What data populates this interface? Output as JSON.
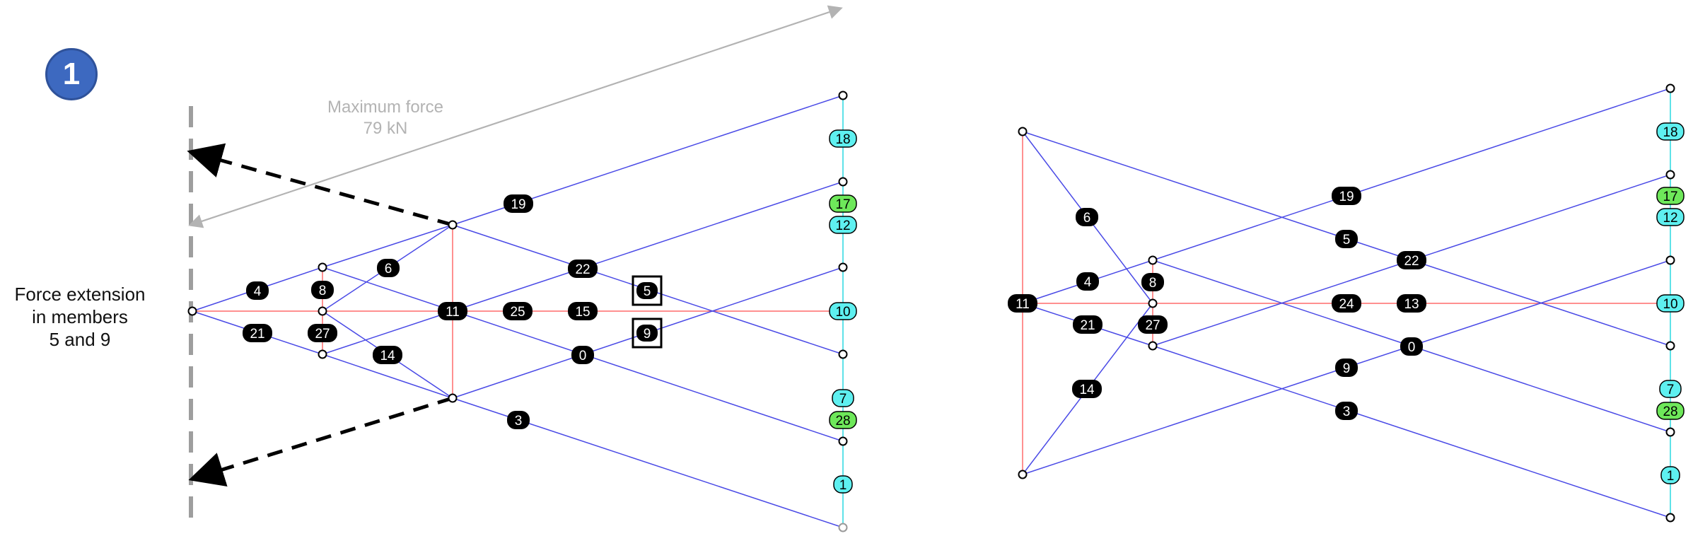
{
  "step_badge": "1",
  "side_note": {
    "line1": "Force extension",
    "line2": "in members",
    "line3": "5 and 9"
  },
  "max_force": {
    "line1": "Maximum force",
    "line2": "79 kN"
  },
  "colors": {
    "member": "#4a4ae6",
    "axis": "#ff6b6b",
    "support": "#28d8e0",
    "tag_default": "#000000",
    "tag_cyan": "#5ef0f0",
    "tag_green": "#6ee85a",
    "badge": "#3d69c0",
    "arrow_gray": "#b3b3b3",
    "wall_gray": "#9e9e9e"
  },
  "left_truss": {
    "member_labels": [
      {
        "id": "m19",
        "text": "19",
        "style": "dark"
      },
      {
        "id": "m22",
        "text": "22",
        "style": "dark"
      },
      {
        "id": "m6",
        "text": "6",
        "style": "dark"
      },
      {
        "id": "m4",
        "text": "4",
        "style": "dark"
      },
      {
        "id": "m8",
        "text": "8",
        "style": "dark"
      },
      {
        "id": "m11",
        "text": "11",
        "style": "dark"
      },
      {
        "id": "m25",
        "text": "25",
        "style": "dark"
      },
      {
        "id": "m15",
        "text": "15",
        "style": "dark"
      },
      {
        "id": "m5",
        "text": "5",
        "style": "dark",
        "boxed": true
      },
      {
        "id": "m9",
        "text": "9",
        "style": "dark",
        "boxed": true
      },
      {
        "id": "m21",
        "text": "21",
        "style": "dark"
      },
      {
        "id": "m27",
        "text": "27",
        "style": "dark"
      },
      {
        "id": "m14",
        "text": "14",
        "style": "dark"
      },
      {
        "id": "m0",
        "text": "0",
        "style": "dark"
      },
      {
        "id": "m3",
        "text": "3",
        "style": "dark"
      }
    ],
    "support_labels": [
      {
        "id": "s18",
        "text": "18",
        "style": "cyan"
      },
      {
        "id": "s17",
        "text": "17",
        "style": "green"
      },
      {
        "id": "s12",
        "text": "12",
        "style": "cyan"
      },
      {
        "id": "s10",
        "text": "10",
        "style": "cyan"
      },
      {
        "id": "s7",
        "text": "7",
        "style": "cyan"
      },
      {
        "id": "s28",
        "text": "28",
        "style": "green"
      },
      {
        "id": "s1",
        "text": "1",
        "style": "cyan"
      }
    ]
  },
  "right_truss": {
    "member_labels": [
      {
        "id": "r6",
        "text": "6",
        "style": "dark"
      },
      {
        "id": "r11",
        "text": "11",
        "style": "dark"
      },
      {
        "id": "r4",
        "text": "4",
        "style": "dark"
      },
      {
        "id": "r8",
        "text": "8",
        "style": "dark"
      },
      {
        "id": "r21",
        "text": "21",
        "style": "dark"
      },
      {
        "id": "r27",
        "text": "27",
        "style": "dark"
      },
      {
        "id": "r14",
        "text": "14",
        "style": "dark"
      },
      {
        "id": "r19",
        "text": "19",
        "style": "dark"
      },
      {
        "id": "r5",
        "text": "5",
        "style": "dark"
      },
      {
        "id": "r22",
        "text": "22",
        "style": "dark"
      },
      {
        "id": "r24",
        "text": "24",
        "style": "dark"
      },
      {
        "id": "r13",
        "text": "13",
        "style": "dark"
      },
      {
        "id": "r0",
        "text": "0",
        "style": "dark"
      },
      {
        "id": "r9",
        "text": "9",
        "style": "dark"
      },
      {
        "id": "r3",
        "text": "3",
        "style": "dark"
      }
    ],
    "support_labels": [
      {
        "id": "t18",
        "text": "18",
        "style": "cyan"
      },
      {
        "id": "t17",
        "text": "17",
        "style": "green"
      },
      {
        "id": "t12",
        "text": "12",
        "style": "cyan"
      },
      {
        "id": "t10",
        "text": "10",
        "style": "cyan"
      },
      {
        "id": "t7",
        "text": "7",
        "style": "cyan"
      },
      {
        "id": "t28",
        "text": "28",
        "style": "green"
      },
      {
        "id": "t1",
        "text": "1",
        "style": "cyan"
      }
    ]
  }
}
